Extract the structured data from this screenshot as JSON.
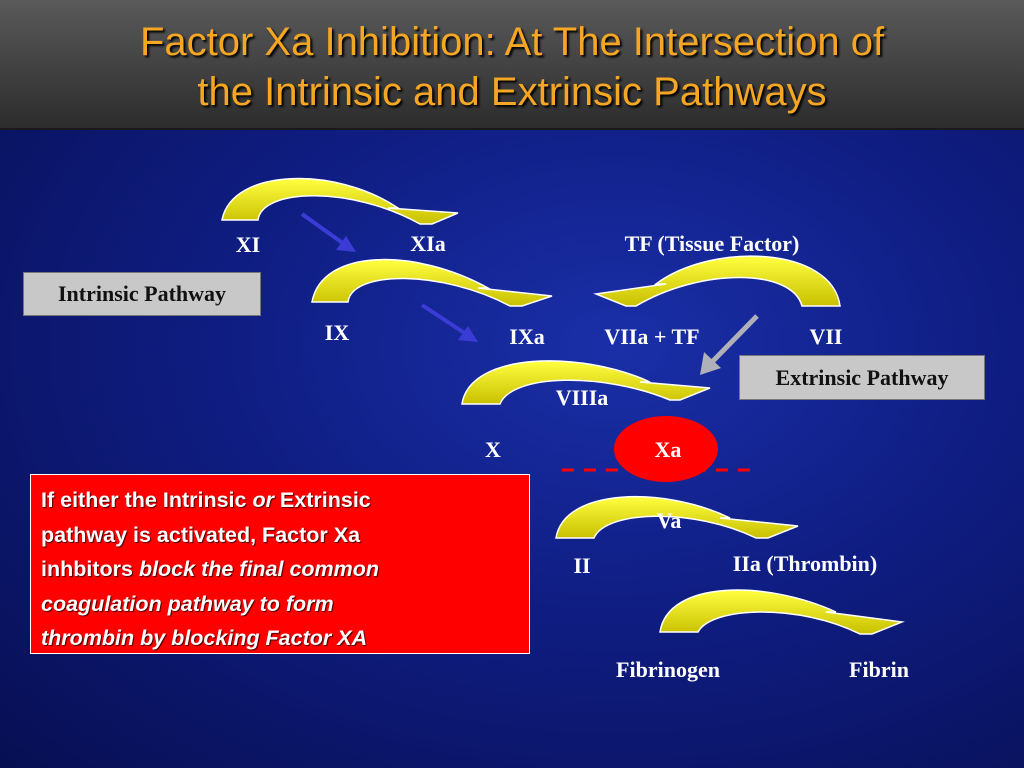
{
  "title": {
    "line1": "Factor Xa Inhibition: At The Intersection of",
    "line2": "the Intrinsic and Extrinsic Pathways"
  },
  "labels": {
    "xi": "XI",
    "xia": "XIa",
    "tf": "TF (Tissue Factor)",
    "ix": "IX",
    "ixa": "IXa",
    "viia_tf": "VIIa + TF",
    "vii": "VII",
    "viiia": "VIIIa",
    "x": "X",
    "xa": "Xa",
    "va": "Va",
    "ii": "II",
    "iia": "IIa (Thrombin)",
    "fibrinogen": "Fibrinogen",
    "fibrin": "Fibrin"
  },
  "intrinsic_label": "Intrinsic Pathway",
  "extrinsic_label": "Extrinsic Pathway",
  "note": {
    "p1": "If either the Intrinsic ",
    "p2": "or",
    "p3": " Extrinsic",
    "p4": "pathway is activated, Factor Xa",
    "p5": "inhbitors ",
    "p6": "block the final common",
    "p7": "coagulation pathway to form",
    "p8": "thrombin by blocking Factor XA"
  },
  "colors": {
    "arrow_fill": "#e8e000",
    "arrow_edge": "#ffffff",
    "small_arrow": "#3b3bd6",
    "xa_circle": "#ff0000",
    "dashed_line": "#ff0000",
    "gray_arrow": "#b0b0b8"
  }
}
